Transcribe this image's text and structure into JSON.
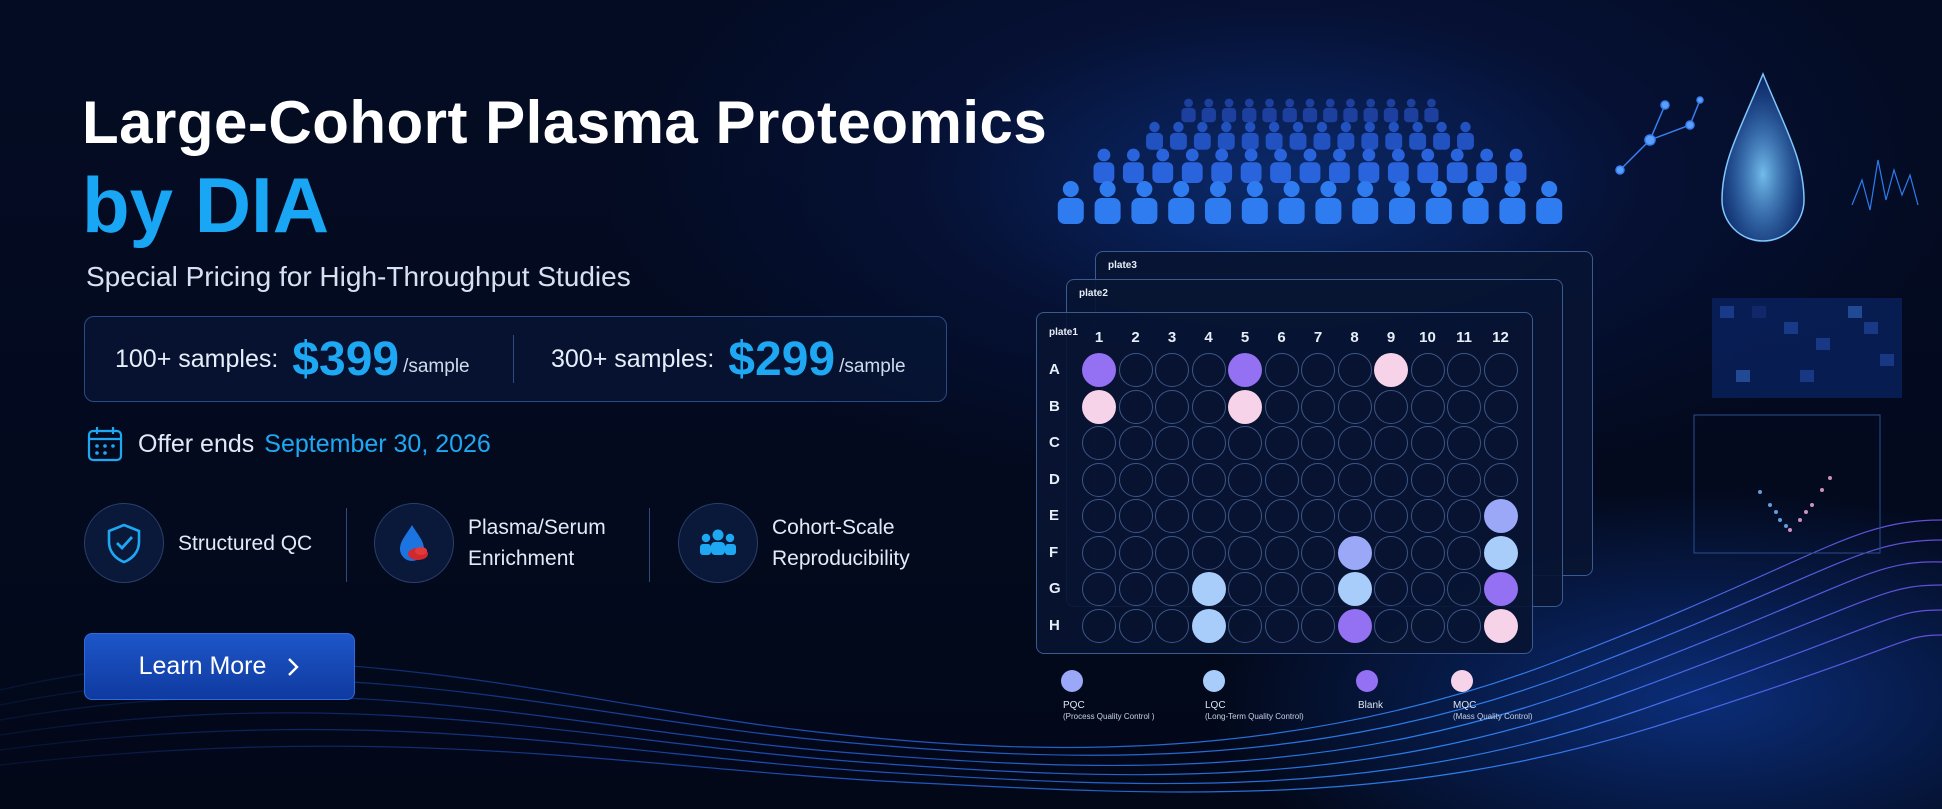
{
  "title_line1": "Large-Cohort Plasma Proteomics",
  "title_line2": "by DIA",
  "subtitle": "Special Pricing for High-Throughput Studies",
  "pricing": [
    {
      "label": "100+ samples:",
      "price": "$399",
      "unit": "/sample"
    },
    {
      "label": "300+ samples:",
      "price": "$299",
      "unit": "/sample"
    }
  ],
  "offer": {
    "label": "Offer ends",
    "date": "September 30, 2026",
    "icon": "calendar-icon"
  },
  "features": [
    {
      "line1": "Structured QC",
      "line2": "",
      "icon": "shield-check-icon"
    },
    {
      "line1": "Plasma/Serum",
      "line2": "Enrichment",
      "icon": "blood-drop-icon"
    },
    {
      "line1": "Cohort-Scale",
      "line2": "Reproducibility",
      "icon": "people-group-icon"
    }
  ],
  "cta": {
    "label": "Learn More",
    "icon": "chevron-right-icon"
  },
  "plates": {
    "names": [
      "plate1",
      "plate2",
      "plate3"
    ],
    "columns": [
      "1",
      "2",
      "3",
      "4",
      "5",
      "6",
      "7",
      "8",
      "9",
      "10",
      "11",
      "12"
    ],
    "rows": [
      "A",
      "B",
      "C",
      "D",
      "E",
      "F",
      "G",
      "H"
    ],
    "wells": [
      {
        "row": "A",
        "col": 1,
        "type": "blank"
      },
      {
        "row": "A",
        "col": 5,
        "type": "blank"
      },
      {
        "row": "A",
        "col": 9,
        "type": "mqc"
      },
      {
        "row": "B",
        "col": 1,
        "type": "mqc"
      },
      {
        "row": "B",
        "col": 5,
        "type": "mqc"
      },
      {
        "row": "E",
        "col": 12,
        "type": "pqc"
      },
      {
        "row": "F",
        "col": 8,
        "type": "pqc"
      },
      {
        "row": "F",
        "col": 12,
        "type": "lqc"
      },
      {
        "row": "G",
        "col": 4,
        "type": "lqc"
      },
      {
        "row": "G",
        "col": 8,
        "type": "lqc"
      },
      {
        "row": "G",
        "col": 12,
        "type": "blank"
      },
      {
        "row": "H",
        "col": 4,
        "type": "lqc"
      },
      {
        "row": "H",
        "col": 8,
        "type": "blank"
      },
      {
        "row": "H",
        "col": 12,
        "type": "mqc"
      }
    ]
  },
  "legend": [
    {
      "key": "pqc",
      "name": "PQC",
      "desc": "(Process Quality Control )",
      "color": "#9aa8f7"
    },
    {
      "key": "lqc",
      "name": "LQC",
      "desc": "(Long-Term Quality Control)",
      "color": "#a9cdfb"
    },
    {
      "key": "blank",
      "name": "Blank",
      "desc": "",
      "color": "#9470f2"
    },
    {
      "key": "mqc",
      "name": "MQC",
      "desc": "(Mass Quality Control)",
      "color": "#f7d3ea"
    }
  ],
  "colors": {
    "accent": "#1ea8f3",
    "background": "#030a1e",
    "button": "#1d56c8"
  }
}
